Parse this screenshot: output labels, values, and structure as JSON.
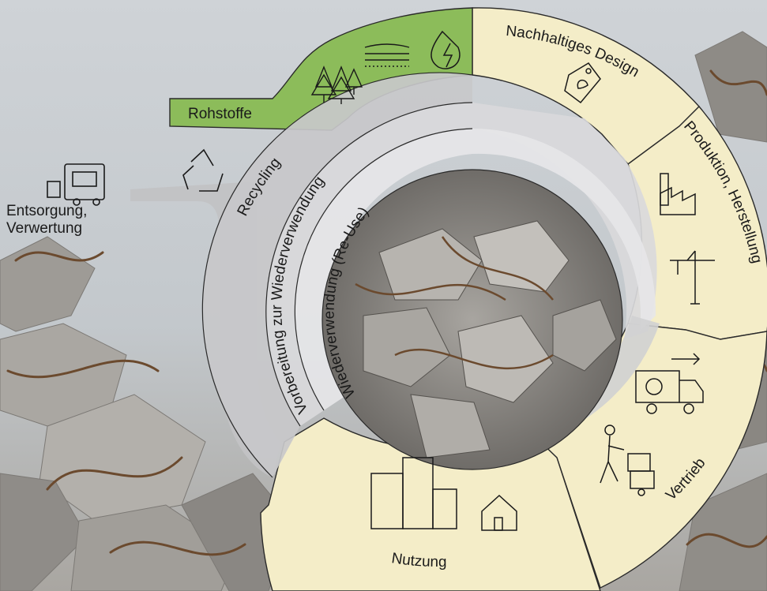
{
  "labels": {
    "rohstoffe": "Rohstoffe",
    "design": "Nachhaltiges Design",
    "produktion": "Produktion, Herstellung",
    "vertrieb": "Vertrieb",
    "nutzung": "Nutzung",
    "entsorgung_line1": "Entsorgung,",
    "entsorgung_line2": "Verwertung",
    "recycling": "Recycling",
    "vorbereitung": "Vorbereitung zur Wiederverwendung",
    "wiederverwendung": "Wiederverwendung (Re-Use)"
  },
  "colors": {
    "cream": "#f4edc8",
    "green": "#8cbc5a",
    "arrow_gray": "#c2c2c4",
    "ring_light": "#e4e4e6",
    "sky": "#c9cdd1",
    "rubble": "#9b9894"
  },
  "icons": [
    "tree-icon",
    "soil-layers-icon",
    "water-energy-icon",
    "eco-tag-icon",
    "factory-icon",
    "crane-icon",
    "delivery-truck-icon",
    "hand-truck-worker-icon",
    "office-buildings-icon",
    "house-icon",
    "recycling-icon",
    "garbage-truck-icon"
  ]
}
